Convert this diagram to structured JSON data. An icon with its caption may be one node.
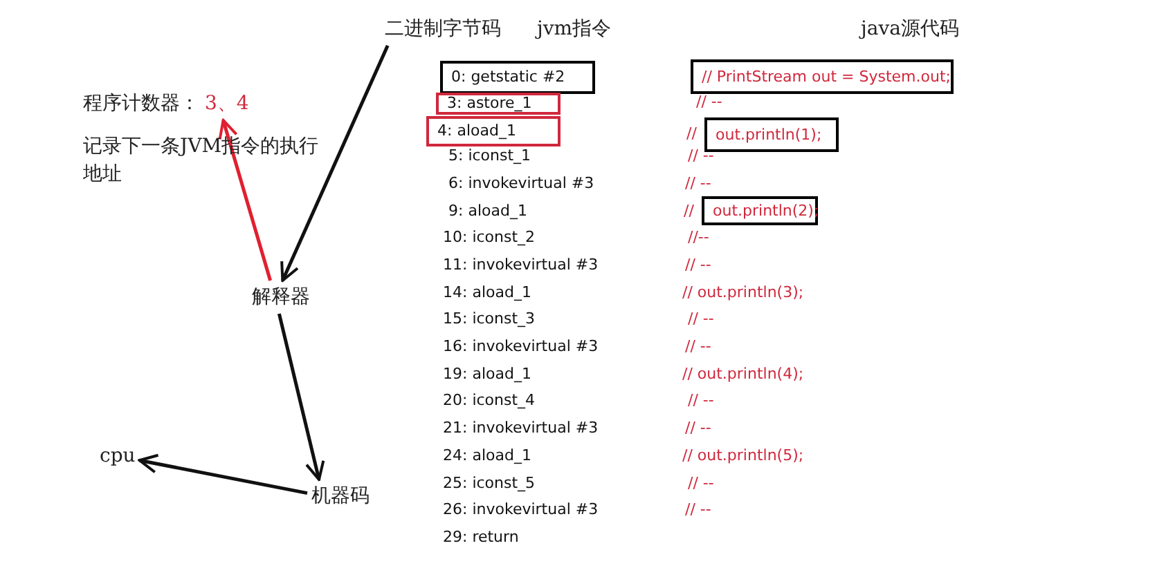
{
  "diagram": {
    "nodes": [
      {
        "text": [
          "二进制字节码"
        ]
      },
      {
        "text": [
          "程序计数器：",
          "3、4"
        ],
        "beside": [
          "记录下一条JVM指令的执行地址"
        ]
      },
      {
        "text": [
          "解释器"
        ]
      },
      {
        "text": [
          "机器码"
        ]
      },
      {
        "text": [
          "cpu"
        ]
      },
      {
        "text": [
          "0: getstatic #2"
        ]
      },
      {
        "text": [
          "// PrintStream out = System.out;"
        ]
      },
      {
        "text": [
          "3: astore_1"
        ]
      },
      {
        "text": [
          "4: aload_1"
        ]
      },
      {
        "text": [
          "out.println(1);"
        ],
        "beside": [
          "//"
        ]
      },
      {
        "text": [
          "out.println(2);"
        ],
        "beside": [
          "//"
        ]
      }
    ],
    "edges": [
      {
        "from": 0,
        "to": 2,
        "arrow": "to"
      },
      {
        "from": 2,
        "to": 1,
        "arrow": "to",
        "color": "#e02030"
      },
      {
        "from": 2,
        "to": 3,
        "arrow": "to"
      },
      {
        "from": 3,
        "to": 4,
        "arrow": "to"
      }
    ],
    "labels": [
      "jvm指令",
      "java源代码",
      "// --",
      "5: iconst_1",
      "// --",
      "6: invokevirtual #3",
      "// --",
      "9: aload_1",
      "10: iconst_2",
      "//--",
      "11: invokevirtual #3",
      "// --",
      "14: aload_1",
      "// out.println(3);",
      "15: iconst_3",
      "// --",
      "16: invokevirtual #3",
      "// --",
      "19: aload_1",
      "// out.println(4);",
      "20: iconst_4",
      "// --",
      "21: invokevirtual #3",
      "// --",
      "24: aload_1",
      "// out.println(5);",
      "25: iconst_5",
      "// --",
      "26: invokevirtual #3",
      "// --",
      "29: return"
    ]
  }
}
